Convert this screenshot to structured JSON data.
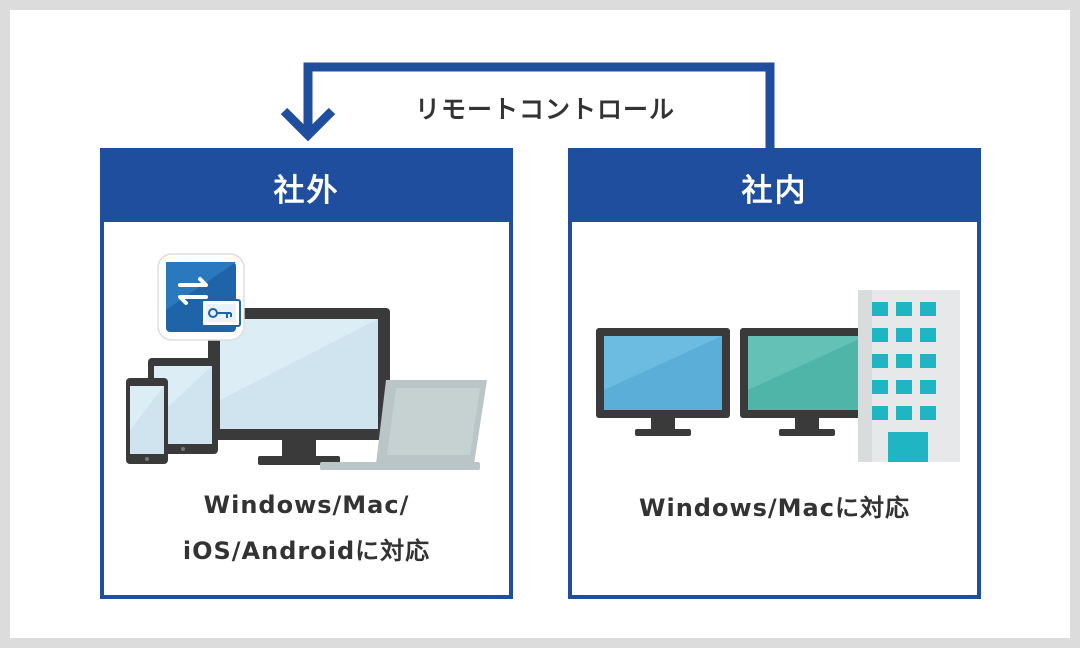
{
  "diagram": {
    "connector_label": "リモートコントロール",
    "panels": [
      {
        "title": "社外",
        "caption_lines": [
          "Windows/Mac/",
          "iOS/Androidに対応"
        ]
      },
      {
        "title": "社内",
        "caption_lines": [
          "Windows/Macに対応"
        ]
      }
    ]
  },
  "colors": {
    "primary": "#1f4e9f",
    "text": "#333333",
    "background": "#dcdcdc"
  },
  "icons": [
    "remote-control-app-icon",
    "desktop-monitor-icon",
    "laptop-icon",
    "tablet-icon",
    "smartphone-icon",
    "office-building-icon"
  ]
}
